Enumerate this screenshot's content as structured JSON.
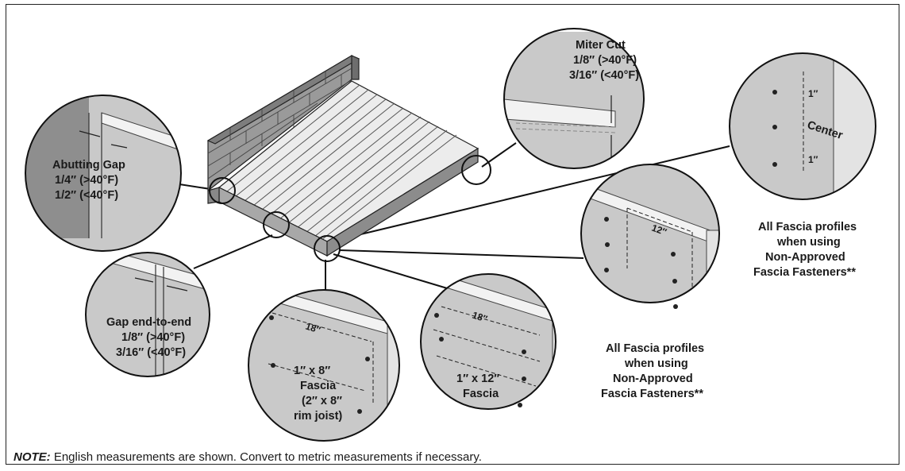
{
  "callouts": {
    "abutting": {
      "title": "Abutting Gap",
      "line1": "1/4″ (>40°F)",
      "line2": "1/2″ (<40°F)"
    },
    "miter": {
      "title": "Miter Cut",
      "line1": "1/8″ (>40°F)",
      "line2": "3/16″ (<40°F)"
    },
    "end_to_end": {
      "title": "Gap end-to-end",
      "line1": "1/8″ (>40°F)",
      "line2": "3/16″ (<40°F)"
    },
    "fascia_8": {
      "spacing": "18″",
      "line1": "1″ x 8″",
      "line2": "Fascia",
      "line3": "(2″ x 8″",
      "line4": "rim joist)"
    },
    "fascia_12": {
      "spacing": "18″",
      "line1": "1″ x 12″",
      "line2": "Fascia"
    },
    "non_approved_12in": {
      "spacing": "12″",
      "caption1": "All Fascia profiles",
      "caption2": "when using",
      "caption3": "Non-Approved",
      "caption4": "Fascia Fasteners**"
    },
    "center": {
      "top": "1″",
      "center": "Center",
      "bottom": "1″",
      "caption1": "All Fascia profiles",
      "caption2": "when using",
      "caption3": "Non-Approved",
      "caption4": "Fascia Fasteners**"
    }
  },
  "note": {
    "prefix": "NOTE:",
    "text": " English measurements are shown. Convert to metric measurements if necessary."
  }
}
